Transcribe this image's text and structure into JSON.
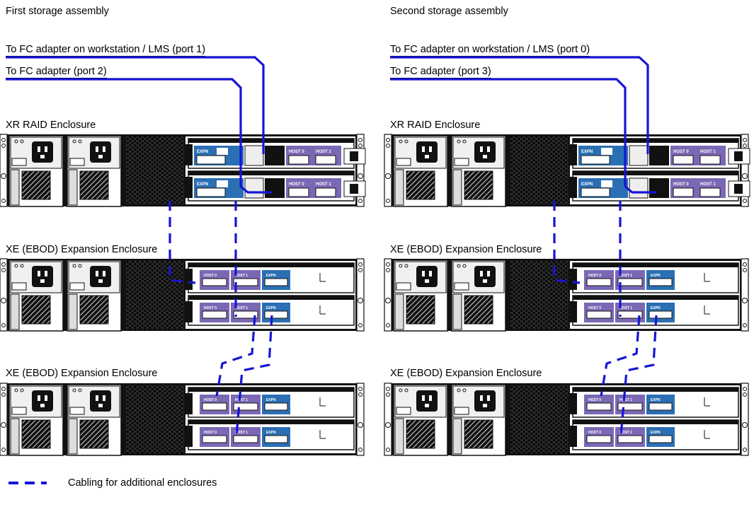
{
  "assemblies": [
    {
      "title": "First storage assembly",
      "cable_1_label": "To FC adapter on workstation / LMS (port 1)",
      "cable_2_label": "To FC adapter (port 2)",
      "raid_label": "XR RAID Enclosure",
      "expansion_1_label": "XE (EBOD) Expansion Enclosure",
      "expansion_2_label": "XE (EBOD) Expansion Enclosure"
    },
    {
      "title": "Second storage assembly",
      "cable_1_label": "To FC adapter on workstation / LMS (port 0)",
      "cable_2_label": "To FC adapter (port 3)",
      "raid_label": "XR RAID Enclosure",
      "expansion_1_label": "XE (EBOD) Expansion Enclosure",
      "expansion_2_label": "XE (EBOD) Expansion Enclosure"
    }
  ],
  "module_labels": {
    "expn": "EXPN",
    "host_0": "HOST 0",
    "host_1": "HOST 1"
  },
  "legend": {
    "label": "Cabling for additional enclosures"
  },
  "colors": {
    "cable": "#1515d4",
    "module_purple": "#7b68b4",
    "module_blue": "#2a6fb3",
    "chassis": "#111111",
    "fan_grille": "#0a0a0a"
  }
}
